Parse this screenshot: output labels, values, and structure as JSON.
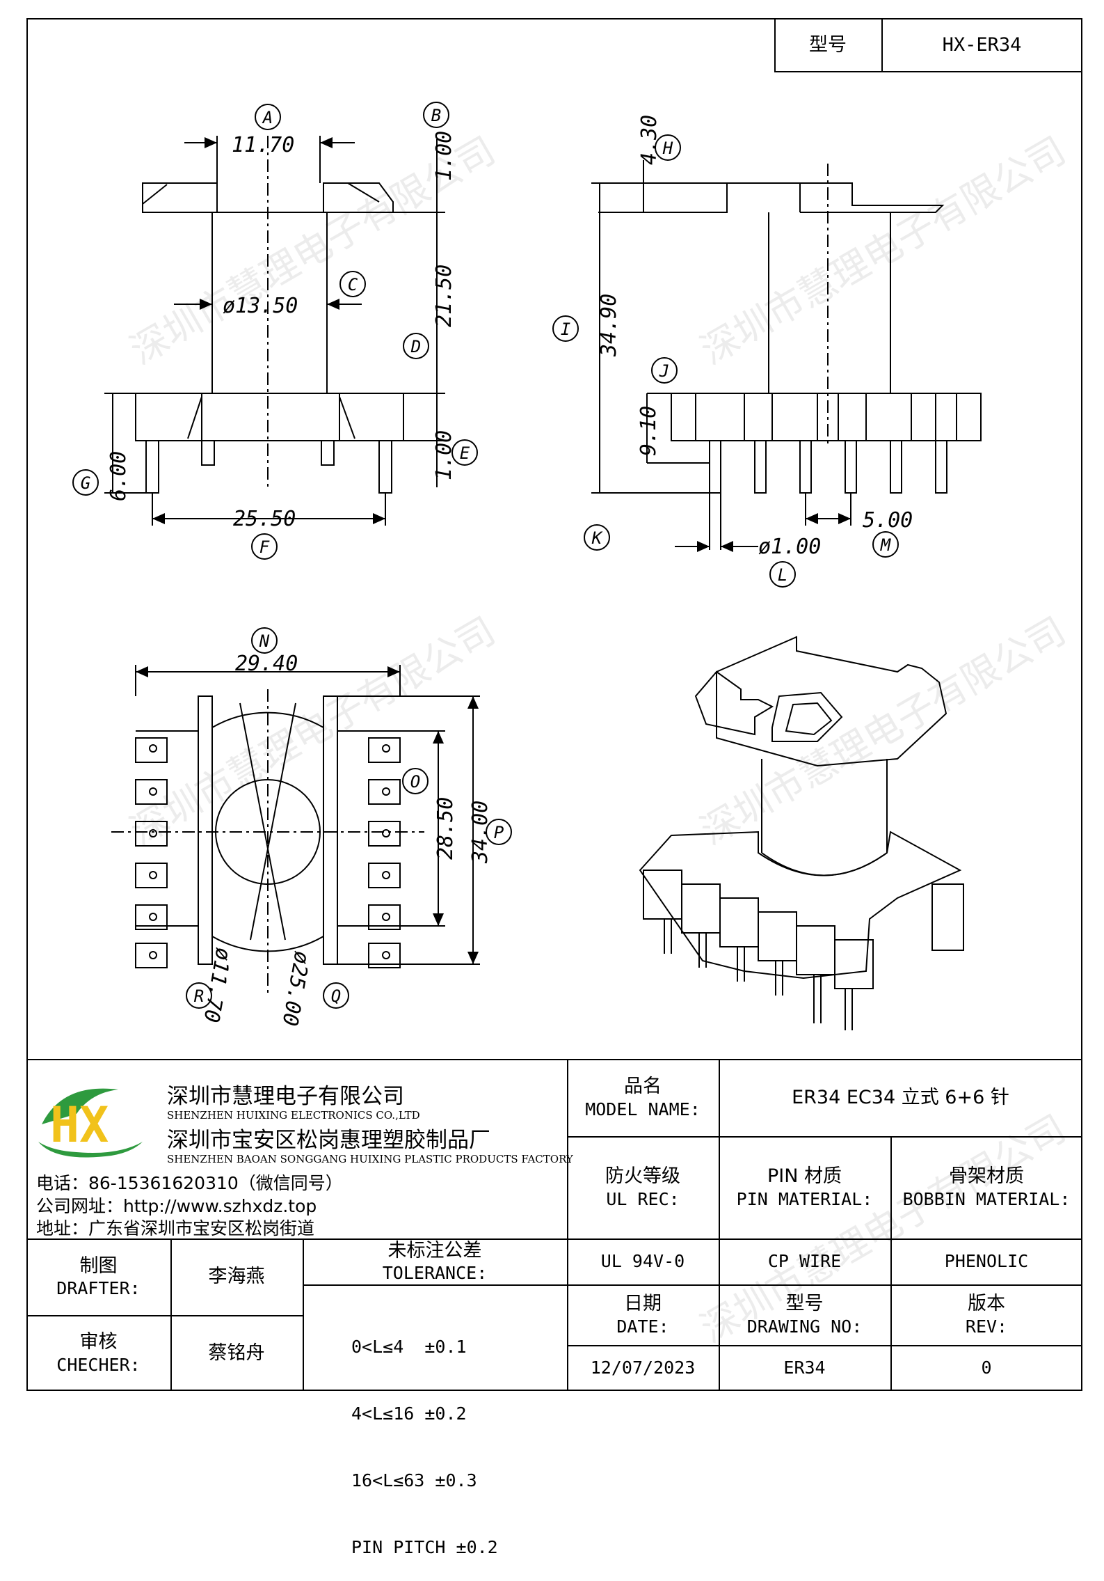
{
  "header": {
    "model_label": "型号",
    "model_value": "HX-ER34"
  },
  "drawing": {
    "front_view": {
      "dims": [
        "11.70",
        "1.00",
        "ø13.50",
        "21.50",
        "1.00",
        "6.00",
        "25.50"
      ],
      "callouts": [
        "A",
        "B",
        "C",
        "D",
        "E",
        "G",
        "F"
      ]
    },
    "side_view": {
      "dims": [
        "4.30",
        "34.90",
        "9.10",
        "ø1.00",
        "5.00"
      ],
      "callouts": [
        "H",
        "I",
        "J",
        "K",
        "L",
        "M"
      ]
    },
    "bottom_view": {
      "dims": [
        "29.40",
        "28.50",
        "34.00",
        "ø11.70",
        "ø25.00"
      ],
      "callouts": [
        "N",
        "O",
        "P",
        "R",
        "Q"
      ]
    },
    "watermark": "深圳市慧理电子有限公司"
  },
  "company": {
    "logo_letters": "HX",
    "name_cn": "深圳市慧理电子有限公司",
    "name_en": "SHENZHEN HUIXING ELECTRONICS CO.,LTD",
    "factory_cn": "深圳市宝安区松岗惠理塑胶制品厂",
    "factory_en": "SHENZHEN BAOAN SONGGANG HUIXING PLASTIC PRODUCTS FACTORY",
    "phone": "电话：86-15361620310（微信同号）",
    "website": "公司网址：http://www.szhxdz.top",
    "address": "地址：广东省深圳市宝安区松岗街道"
  },
  "title_block": {
    "model_name_cn": "品名",
    "model_name_en": "MODEL NAME:",
    "model_name_value": "ER34 EC34 立式 6+6 针",
    "ul_cn": "防火等级",
    "ul_en": "UL REC:",
    "pin_cn": "PIN 材质",
    "pin_en": "PIN MATERIAL:",
    "bobbin_cn": "骨架材质",
    "bobbin_en": "BOBBIN MATERIAL:",
    "ul_value": "UL 94V-0",
    "pin_value": "CP WIRE",
    "bobbin_value": "PHENOLIC",
    "date_cn": "日期",
    "date_en": "DATE:",
    "drawing_no_cn": "型号",
    "drawing_no_en": "DRAWING NO:",
    "rev_cn": "版本",
    "rev_en": "REV:",
    "date_value": "12/07/2023",
    "drawing_no_value": "ER34",
    "rev_value": "0",
    "drafter_cn": "制图",
    "drafter_en": "DRAFTER:",
    "drafter_value": "李海燕",
    "checker_cn": "审核",
    "checker_en": "CHECHER:",
    "checker_value": "蔡铭舟",
    "tolerance_cn": "未标注公差",
    "tolerance_en": "TOLERANCE:",
    "tolerance_lines": [
      "0<L≤4  ±0.1",
      "4<L≤16 ±0.2",
      "16<L≤63 ±0.3",
      "PIN PITCH ±0.2"
    ]
  }
}
